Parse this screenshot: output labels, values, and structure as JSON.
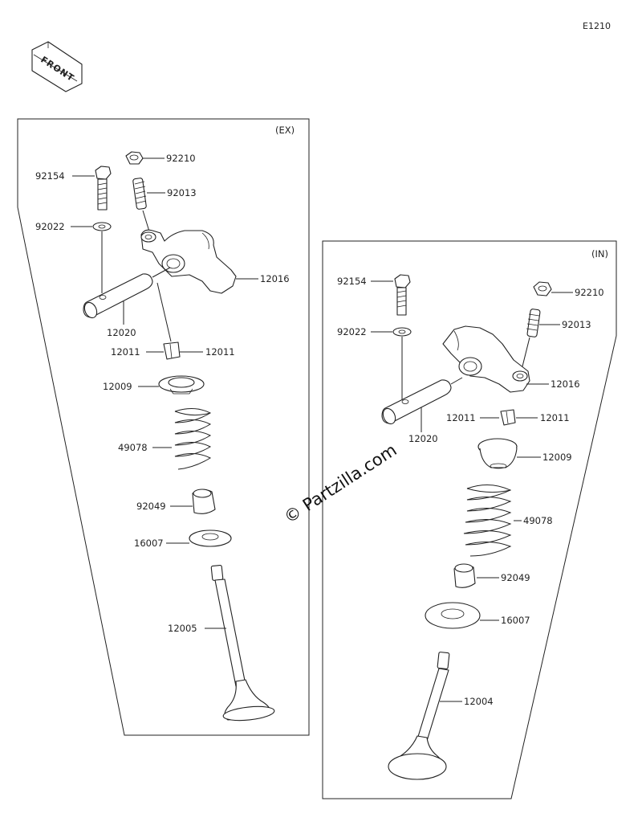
{
  "diagram_code": "E1210",
  "front_tag": "FRONT",
  "watermark": "© Partzilla.com",
  "colors": {
    "ink": "#222222",
    "watermark": "#111111",
    "background": "#ffffff"
  },
  "panels": {
    "ex": {
      "tag": "(EX)",
      "labels": {
        "p92154": "92154",
        "p92210": "92210",
        "p92013": "92013",
        "p92022": "92022",
        "p12016": "12016",
        "p12020": "12020",
        "p12011a": "12011",
        "p12011b": "12011",
        "p12009": "12009",
        "p49078": "49078",
        "p92049": "92049",
        "p16007": "16007",
        "p12005": "12005"
      }
    },
    "in": {
      "tag": "(IN)",
      "labels": {
        "p92154": "92154",
        "p92210": "92210",
        "p92013": "92013",
        "p92022": "92022",
        "p12016": "12016",
        "p12020": "12020",
        "p12011a": "12011",
        "p12011b": "12011",
        "p12009": "12009",
        "p49078": "49078",
        "p92049": "92049",
        "p16007": "16007",
        "p12004": "12004"
      }
    }
  }
}
